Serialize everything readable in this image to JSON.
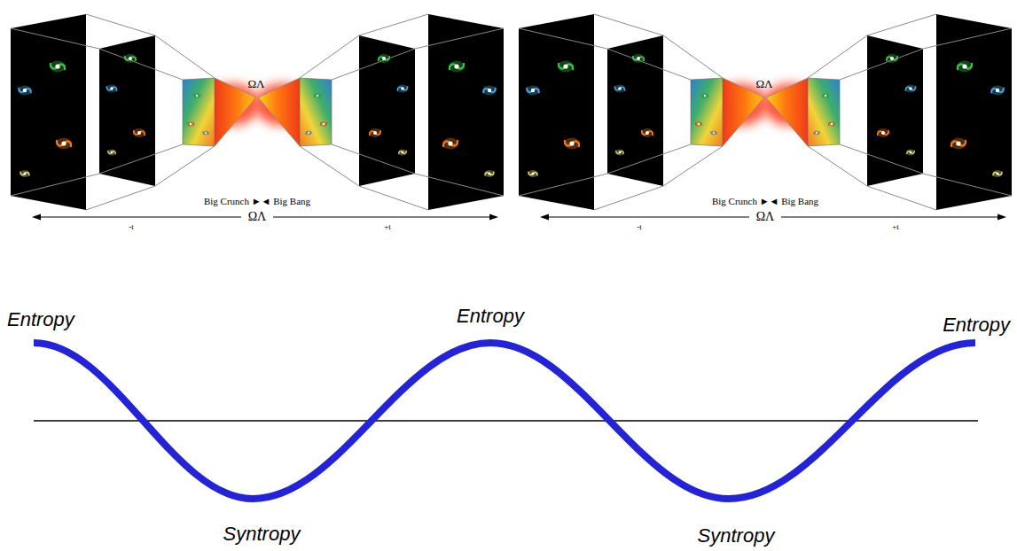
{
  "diagram": {
    "labels": [
      "ΩΛ",
      "Big Crunch ►◄ Big Bang",
      "-t",
      "ΩΛ",
      "+t",
      "ΩΛ",
      "Big Crunch ►◄ Big Bang",
      "-t",
      "ΩΛ",
      "+t",
      "Entropy",
      "Entropy",
      "Entropy",
      "Syntropy",
      "Syntropy"
    ]
  }
}
